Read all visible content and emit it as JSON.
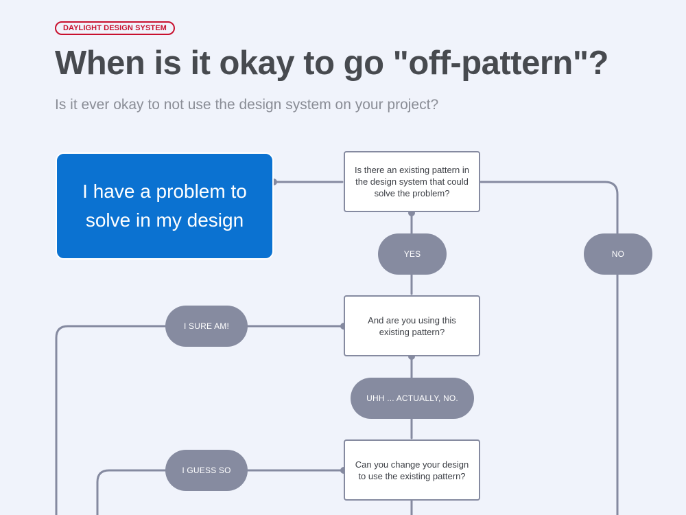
{
  "header": {
    "badge": "DAYLIGHT DESIGN SYSTEM",
    "title": "When is it okay to go \"off-pattern\"?",
    "subtitle": "Is it ever okay to not use the design system on your project?"
  },
  "flowchart": {
    "start": "I have a problem to solve in my design",
    "questions": [
      "Is there an existing pattern in the design system that could solve the problem?",
      "And are you using this existing pattern?",
      "Can you change your design to use the existing pattern?"
    ],
    "answers": {
      "yes": "YES",
      "no": "NO",
      "sure": "I SURE AM!",
      "uhh": "UHH ... ACTUALLY, NO.",
      "guess": "I GUESS SO"
    }
  },
  "colors": {
    "background": "#f0f3fb",
    "accent_red": "#c8102e",
    "start_blue": "#0b72d1",
    "connector": "#858aa0",
    "pill": "#868ba0"
  }
}
